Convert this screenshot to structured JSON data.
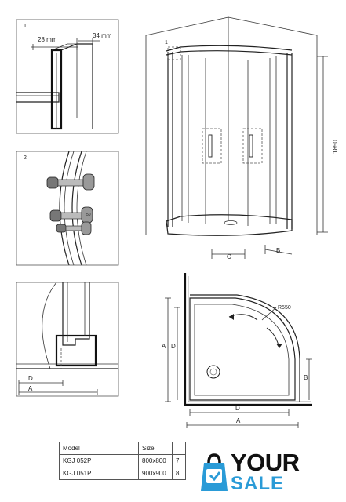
{
  "detail1": {
    "number": "1",
    "dim_width": "28 mm",
    "dim_depth": "34 mm"
  },
  "detail2": {
    "number": "2",
    "dim_small": "50"
  },
  "detail_profile": {
    "label_d": "D",
    "label_a": "A"
  },
  "view3d": {
    "callout": "1",
    "height": "1850",
    "label_c": "C",
    "label_b": "B"
  },
  "plan": {
    "radius": "R550",
    "label_a_left": "A",
    "label_d_left": "D",
    "label_b_right": "B",
    "label_d_bottom": "D",
    "label_a_bottom": "A"
  },
  "table": {
    "headers": [
      "Model",
      "Size",
      ""
    ],
    "rows": [
      [
        "KGJ 052P",
        "800x800",
        "7"
      ],
      [
        "KGJ 051P",
        "900x900",
        "8"
      ]
    ]
  },
  "brand": {
    "line1": "YOUR",
    "line2": "SALE",
    "colors": {
      "dark": "#111111",
      "accent": "#2a9bd7"
    },
    "icon": "shopping-bag-icon"
  }
}
